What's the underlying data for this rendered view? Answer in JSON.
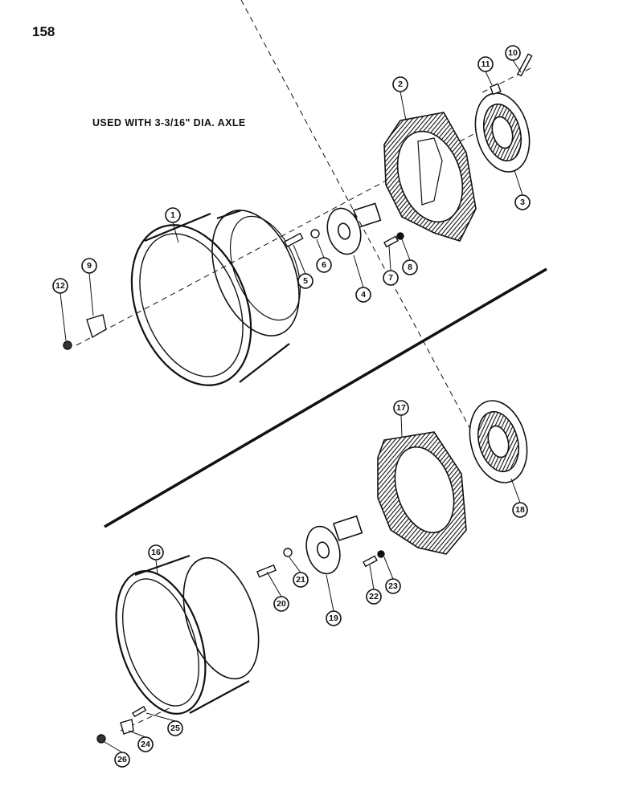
{
  "page_number": "158",
  "caption": "USED WITH 3-3/16\" DIA. AXLE",
  "callouts": [
    "1",
    "2",
    "3",
    "4",
    "5",
    "6",
    "7",
    "8",
    "9",
    "10",
    "11",
    "12",
    "16",
    "17",
    "18",
    "19",
    "20",
    "21",
    "22",
    "23",
    "24",
    "25",
    "26"
  ],
  "colors": {
    "ink": "#111111",
    "paper": "#ffffff"
  }
}
